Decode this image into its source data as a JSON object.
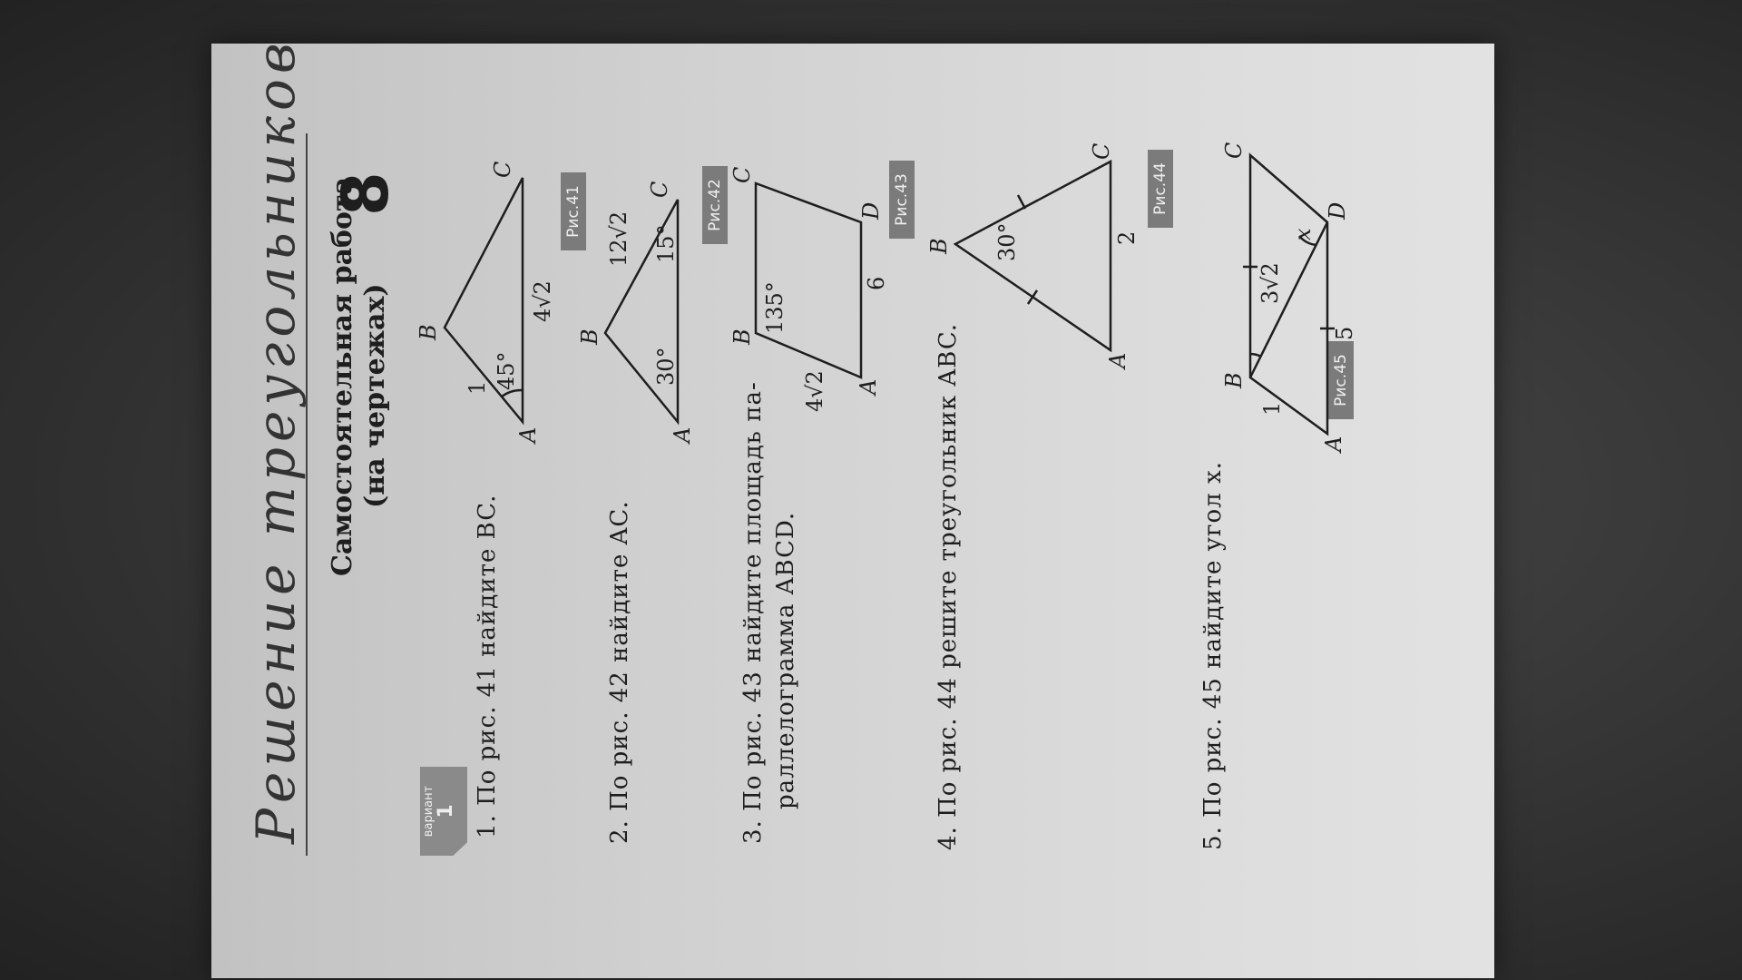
{
  "header": {
    "handwritten_title": "Решение треугольников",
    "title_line1": "Самостоятельная работа",
    "title_line2": "(на чертежах)",
    "work_number": "8",
    "variant_label": "вариант",
    "variant_number": "1"
  },
  "problems": [
    {
      "text": "1. По рис. 41 найдите BC.",
      "figure_label": "Рис.41",
      "labels": {
        "A": "A",
        "B": "B",
        "C": "C",
        "side_ab": "1",
        "angle_a": "45°",
        "side_ac": "4√2"
      }
    },
    {
      "text": "2. По рис. 42 найдите AC.",
      "figure_label": "Рис.42",
      "labels": {
        "A": "A",
        "B": "B",
        "C": "C",
        "angle_a": "30°",
        "angle_c": "15°",
        "side_bc": "12√2"
      }
    },
    {
      "text_line1": "3. По рис. 43 найдите площадь па-",
      "text_line2": "раллелограмма ABCD.",
      "figure_label": "Рис.43",
      "labels": {
        "A": "A",
        "B": "B",
        "C": "C",
        "D": "D",
        "angle_b": "135°",
        "side_ab": "4√2",
        "side_ad": "6"
      }
    },
    {
      "text": "4. По рис. 44 решите треугольник ABC.",
      "figure_label": "Рис.44",
      "labels": {
        "A": "A",
        "B": "B",
        "C": "C",
        "angle_b": "30°",
        "side_ac": "2"
      }
    },
    {
      "text": "5. По рис. 45 найдите угол x.",
      "figure_label": "Рис.45",
      "labels": {
        "A": "A",
        "B": "B",
        "C": "C",
        "D": "D",
        "side_ab": "1",
        "side_bd": "3√2",
        "angle_x": "x",
        "side_ad": "5"
      }
    }
  ]
}
